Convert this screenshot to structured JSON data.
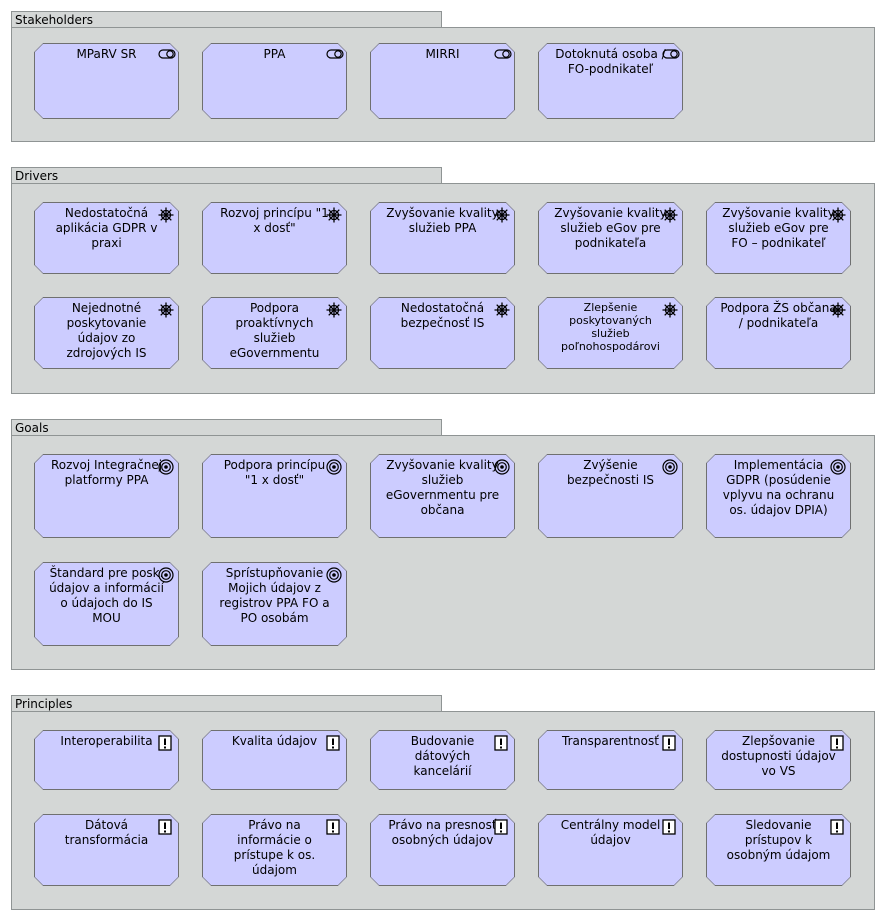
{
  "colors": {
    "group_fill": "#d4d7d6",
    "element_fill": "#ccccff",
    "element_border": "#6f7070"
  },
  "groups": [
    {
      "label": "Stakeholders",
      "icon": "stakeholder-icon",
      "items": [
        "MPaRV SR",
        "PPA",
        "MIRRI",
        "Dotoknutá osoba / FO-podnikateľ"
      ]
    },
    {
      "label": "Drivers",
      "icon": "driver-icon",
      "items": [
        "Nedostatočná aplikácia GDPR v praxi",
        "Rozvoj princípu \"1 x dosť\"",
        "Zvyšovanie kvality služieb PPA",
        "Zvyšovanie kvality služieb eGov pre podnikateľa",
        "Zvyšovanie kvality služieb eGov pre FO – podnikateľ",
        "Nejednotné poskytovanie údajov zo zdrojových IS",
        "Podpora proaktívnych služieb eGovernmentu",
        "Nedostatočná bezpečnosť IS",
        "Zlepšenie poskytovaných služieb poľnohospodárovi",
        "Podpora ŽS občana / podnikateľa"
      ]
    },
    {
      "label": "Goals",
      "icon": "goal-icon",
      "items": [
        "Rozvoj Integračnej platformy PPA",
        "Podpora princípu \"1 x dosť\"",
        "Zvyšovanie kvality služieb eGovernmentu pre občana",
        "Zvýšenie bezpečnosti IS",
        "Implementácia GDPR (posúdenie vplyvu na ochranu os. údajov DPIA)",
        "Štandard pre posk. údajov a informácií o údajoch do IS MOU",
        "Sprístupňovanie Mojich údajov z registrov PPA FO a PO osobám"
      ]
    },
    {
      "label": "Principles",
      "icon": "principle-icon",
      "items": [
        "Interoperabilita",
        "Kvalita údajov",
        "Budovanie dátových kancelárií",
        "Transparentnosť",
        "Zlepšovanie dostupnosti údajov vo VS",
        "Dátová transformácia",
        "Právo na informácie o prístupe k os. údajom",
        "Právo na presnosť osobných údajov",
        "Centrálny model údajov",
        "Sledovanie prístupov k osobným údajom"
      ]
    }
  ]
}
